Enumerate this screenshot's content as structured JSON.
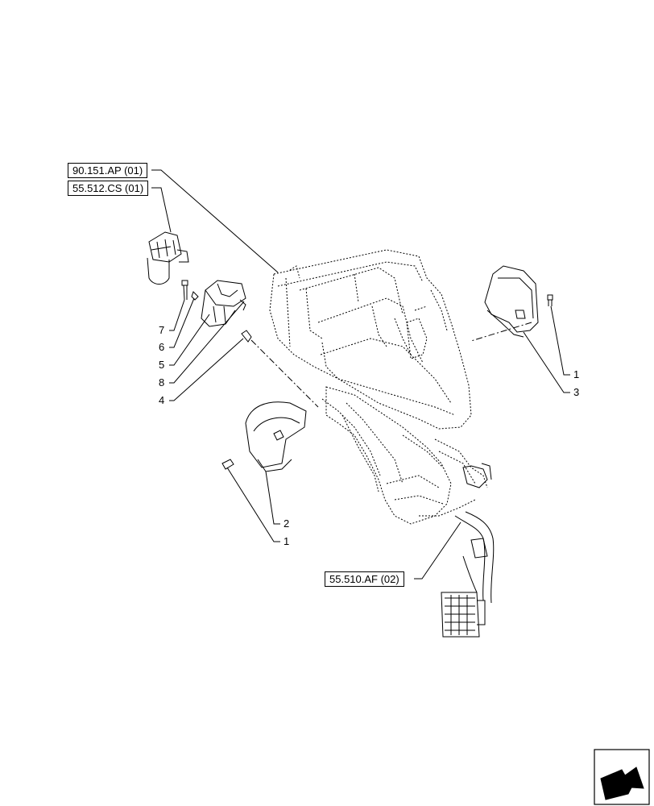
{
  "references": [
    {
      "id": "ref-90-151",
      "label": "90.151.AP (01)"
    },
    {
      "id": "ref-55-512",
      "label": "55.512.CS (01)"
    },
    {
      "id": "ref-55-510",
      "label": "55.510.AF (02)"
    }
  ],
  "callouts": {
    "c7": "7",
    "c6": "6",
    "c5": "5",
    "c8": "8",
    "c4": "4",
    "c1_right": "1",
    "c3": "3",
    "c2": "2",
    "c1_left": "1"
  },
  "nav_icon": "next-page-arrow-icon"
}
